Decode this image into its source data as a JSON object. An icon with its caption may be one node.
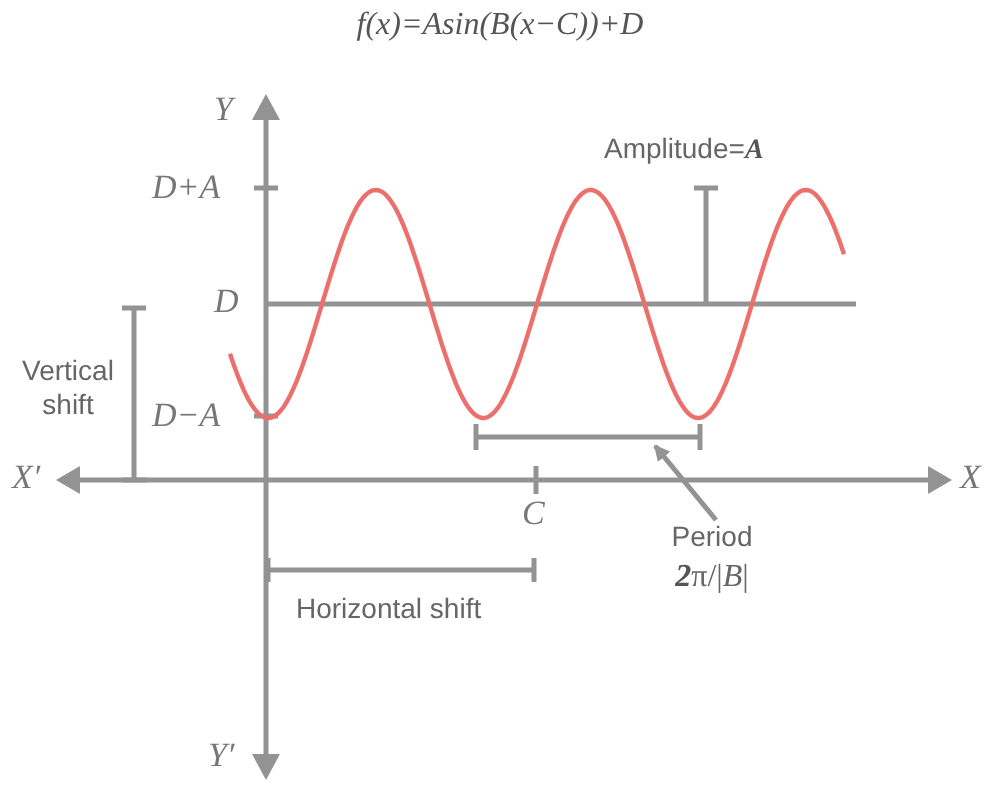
{
  "diagram": {
    "title": "f(x)=Asin(B(x−C))+D",
    "nodes": [
      {
        "text": [
          "Period",
          "**2**π/|*B*|"
        ]
      },
      {
        "text": [],
        "shape": "bar"
      }
    ],
    "edges": [
      {
        "from": 0,
        "to": 1,
        "arrow": "to"
      }
    ],
    "labels": [
      "Y",
      "Amplitude=**A**",
      "D+A",
      "D",
      "Vertical shift",
      "D−A",
      "X′",
      "X",
      "C",
      "Horizontal shift",
      "Y′"
    ]
  }
}
